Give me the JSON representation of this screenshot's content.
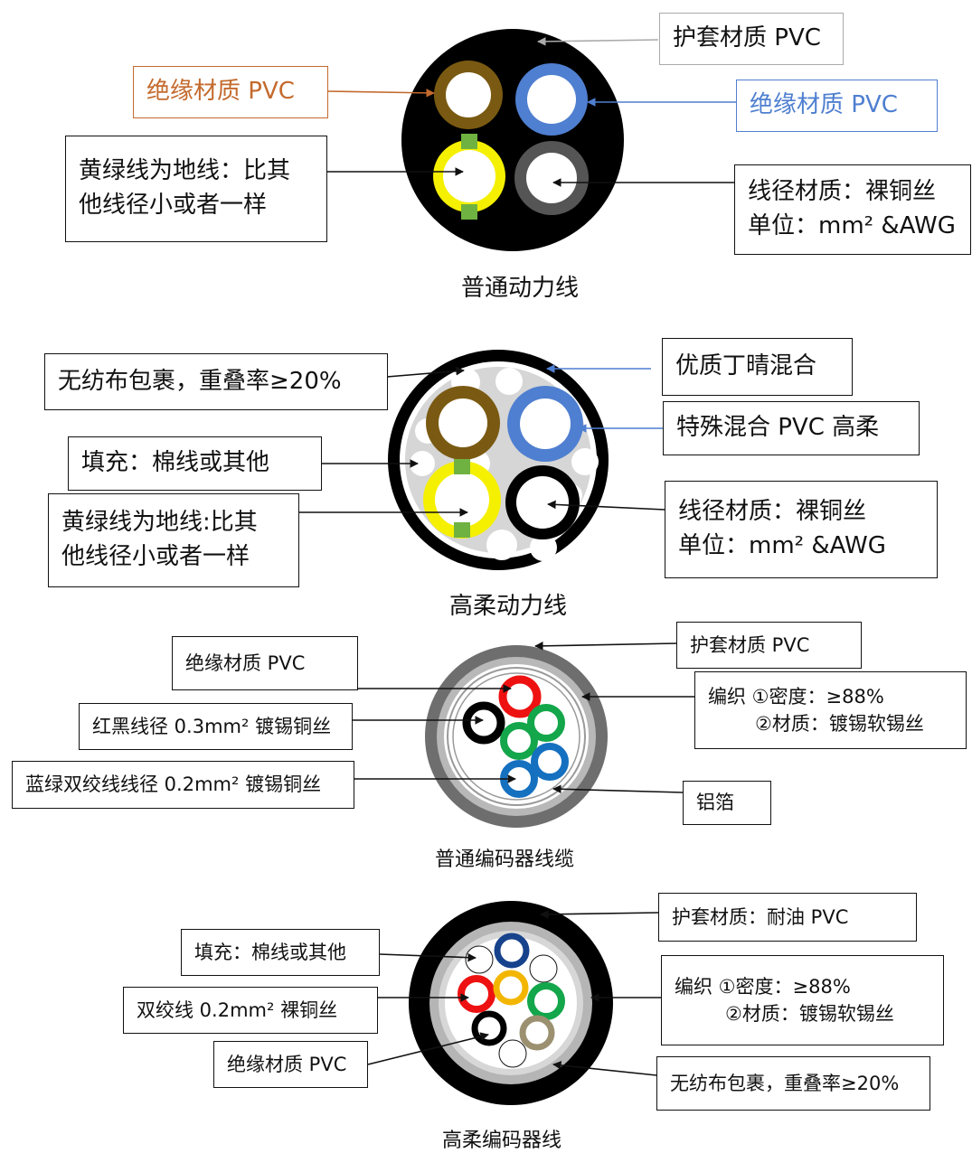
{
  "colors": {
    "jacket": "#000000",
    "brown": "#7a5a12",
    "blue": "#4f7fd0",
    "yellow": "#f5f000",
    "green_stripe": "#6fb241",
    "grey_insul": "#555555",
    "filler": "#d6d6d6",
    "orange_label": "#c36a2d",
    "blue_label": "#4f7fd0",
    "grey_label": "#aaaaaa",
    "red": "#ee1111",
    "green": "#13a64a",
    "blue2": "#1570c0",
    "gold": "#f3b600",
    "navy": "#17428c",
    "khaki": "#9b9070"
  },
  "diagram1": {
    "caption": "普通动力线",
    "jacket_label": "护套材质 PVC",
    "insulation_left_label": "绝缘材质 PVC",
    "insulation_right_label": "绝缘材质 PVC",
    "ground_label": [
      "黄绿线为地线：比其",
      "他线径小或者一样"
    ],
    "conductor_label": [
      "线径材质：裸铜丝",
      "单位：mm² &AWG"
    ]
  },
  "diagram2": {
    "caption": "高柔动力线",
    "nonwoven_label": "无纺布包裹，重叠率≥20%",
    "nbr_label": "优质丁晴混合",
    "pvc_label": "特殊混合 PVC 高柔",
    "filler_label": "填充：棉线或其他",
    "ground_label": [
      "黄绿线为地线:比其",
      "他线径小或者一样"
    ],
    "conductor_label": [
      "线径材质：裸铜丝",
      "单位：mm² &AWG"
    ]
  },
  "diagram3": {
    "caption": "普通编码器线缆",
    "insulation_label": "绝缘材质 PVC",
    "jacket_label": "护套材质 PVC",
    "braid_label": [
      "编织 ①密度：≥88%",
      "②材质：镀锡软锡丝"
    ],
    "red_black_label": "红黑线径 0.3mm² 镀锡铜丝",
    "twisted_label": "蓝绿双绞线线径 0.2mm² 镀锡铜丝",
    "foil_label": "铝箔"
  },
  "diagram4": {
    "caption": "高柔编码器线",
    "jacket_label": "护套材质：耐油 PVC",
    "filler_label": "填充：棉线或其他",
    "braid_label": [
      "编织 ①密度：≥88%",
      "②材质：镀锡软锡丝"
    ],
    "twisted_label": "双绞线 0.2mm² 裸铜丝",
    "insulation_label": "绝缘材质 PVC",
    "nonwoven_label": "无纺布包裹，重叠率≥20%"
  }
}
